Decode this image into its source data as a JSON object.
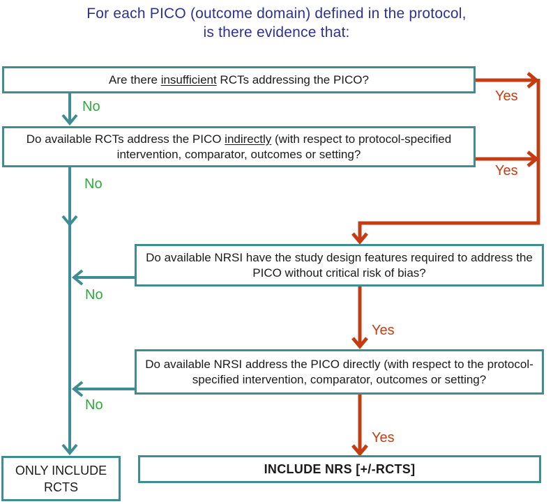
{
  "title": {
    "line1": "For each PICO (outcome domain) defined in the protocol,",
    "line2": "is there evidence that:"
  },
  "boxes": {
    "q1": {
      "pre": "Are there ",
      "underline": "insufficient",
      "post": " RCTs addressing the PICO?"
    },
    "q2": {
      "pre": "Do available RCTs address the PICO ",
      "underline": "indirectly",
      "post": " (with respect to protocol-specified intervention, comparator, outcomes or setting?"
    },
    "q3": {
      "text": "Do available NRSI have the study design features required to address the PICO without critical risk of bias?"
    },
    "q4": {
      "text": "Do available NRSI address the PICO directly (with respect to the protocol-specified intervention, comparator, outcomes or setting?"
    },
    "outcome_rcts": {
      "text": "ONLY INCLUDE RCTS"
    },
    "outcome_nrs": {
      "text": "INCLUDE NRS [+/-RCTS]"
    }
  },
  "labels": {
    "yes": "Yes",
    "no": "No"
  },
  "colors": {
    "teal": "#3E8D93",
    "orange": "#C43C11",
    "green": "#2EA93A",
    "navy": "#2D3191",
    "text": "#1A1A1A"
  }
}
